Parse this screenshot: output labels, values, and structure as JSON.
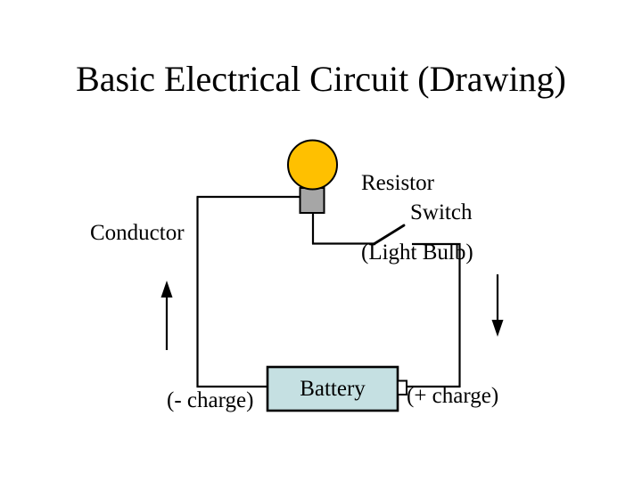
{
  "slide": {
    "title": "Basic Electrical Circuit (Drawing)"
  },
  "labels": {
    "resistor": "Resistor",
    "resistor_sub": "(Light Bulb)",
    "switch": "Switch",
    "conductor": "Conductor",
    "battery": "Battery",
    "negative_charge": "(- charge)",
    "positive_charge": "(+ charge)"
  },
  "colors": {
    "background": "#FFFFFF",
    "wire": "#000000",
    "text": "#000000",
    "bulb_fill": "#FFC000",
    "bulb_base_fill": "#A6A6A6",
    "battery_fill": "#C5E0E2",
    "battery_terminal_fill": "#FFFFFF"
  }
}
